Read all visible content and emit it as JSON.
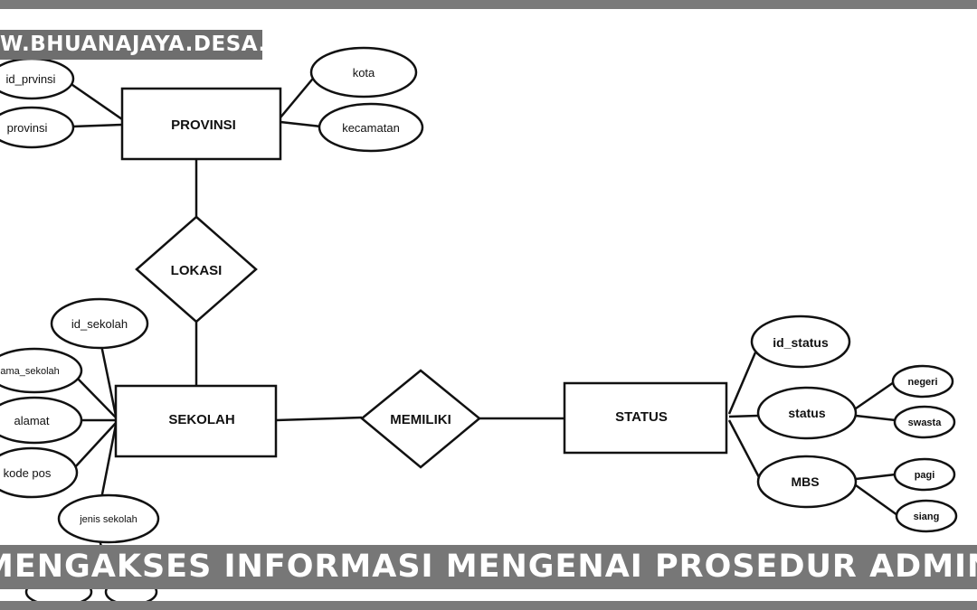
{
  "watermark": "W.BHUANAJAYA.DESA.ID",
  "banner": "MENGAKSES INFORMASI MENGENAI PROSEDUR ADMINISTRASI",
  "entities": {
    "provinsi": "PROVINSI",
    "sekolah": "SEKOLAH",
    "status": "STATUS"
  },
  "relationships": {
    "lokasi": "LOKASI",
    "memiliki": "MEMILIKI"
  },
  "attributes": {
    "provinsi": [
      "id_prvinsi",
      "provinsi"
    ],
    "provinsi_right": [
      "kota",
      "kecamatan"
    ],
    "sekolah": [
      "id_sekolah",
      "nama_sekolah",
      "alamat",
      "kode pos",
      "jenis sekolah"
    ],
    "status": [
      "id_status",
      "status",
      "MBS"
    ],
    "status_values": [
      "negeri",
      "swasta"
    ],
    "mbs_values": [
      "pagi",
      "siang"
    ]
  }
}
